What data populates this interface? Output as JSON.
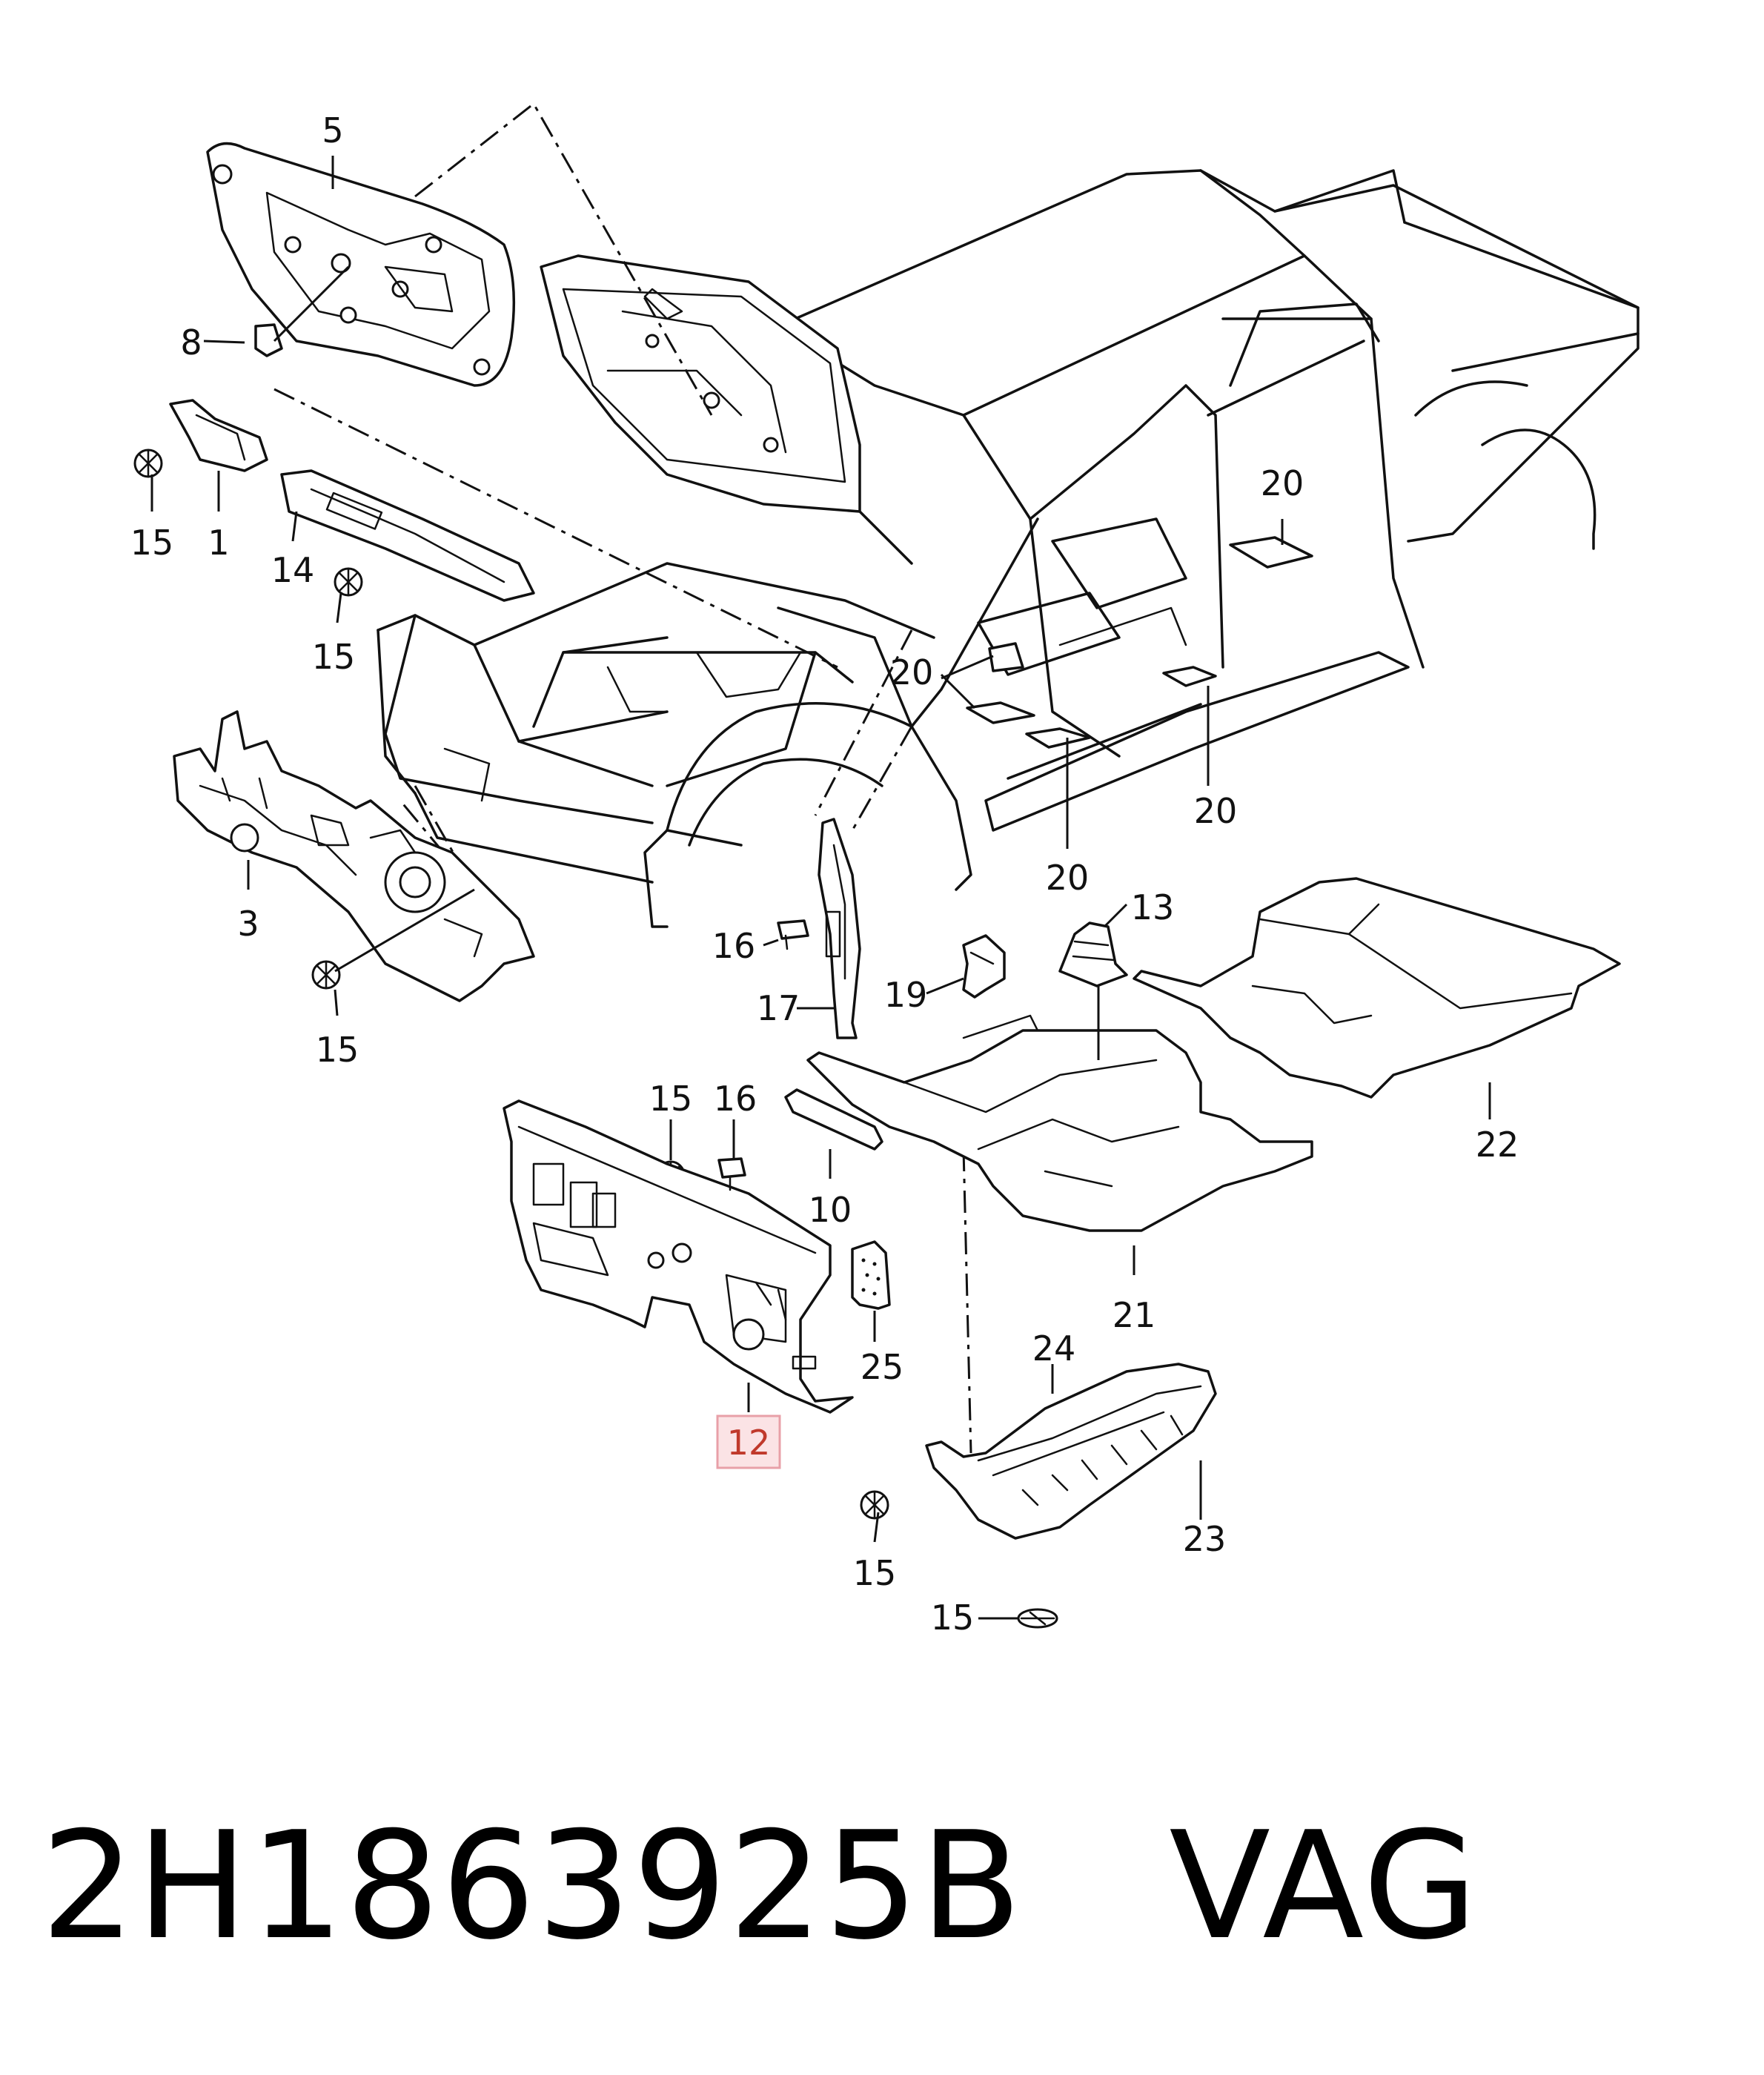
{
  "diagram": {
    "callouts": [
      {
        "id": "c5",
        "label": "5"
      },
      {
        "id": "c8",
        "label": "8"
      },
      {
        "id": "c15a",
        "label": "15"
      },
      {
        "id": "c1",
        "label": "1"
      },
      {
        "id": "c14",
        "label": "14"
      },
      {
        "id": "c15b",
        "label": "15"
      },
      {
        "id": "c3",
        "label": "3"
      },
      {
        "id": "c15c",
        "label": "15"
      },
      {
        "id": "c20a",
        "label": "20"
      },
      {
        "id": "c20b",
        "label": "20"
      },
      {
        "id": "c20c",
        "label": "20"
      },
      {
        "id": "c20d",
        "label": "20"
      },
      {
        "id": "c13",
        "label": "13"
      },
      {
        "id": "c16a",
        "label": "16"
      },
      {
        "id": "c17",
        "label": "17"
      },
      {
        "id": "c19",
        "label": "19"
      },
      {
        "id": "c22",
        "label": "22"
      },
      {
        "id": "c15d",
        "label": "15"
      },
      {
        "id": "c16b",
        "label": "16"
      },
      {
        "id": "c10",
        "label": "10"
      },
      {
        "id": "c21",
        "label": "21"
      },
      {
        "id": "c25",
        "label": "25"
      },
      {
        "id": "c24",
        "label": "24"
      },
      {
        "id": "c12",
        "label": "12",
        "highlighted": true
      },
      {
        "id": "c23",
        "label": "23"
      },
      {
        "id": "c15e",
        "label": "15"
      },
      {
        "id": "c15f",
        "label": "15"
      }
    ],
    "highlight_color": "#e8a0a8"
  },
  "caption": {
    "part_number": "2H1863925B",
    "brand": "VAG"
  }
}
